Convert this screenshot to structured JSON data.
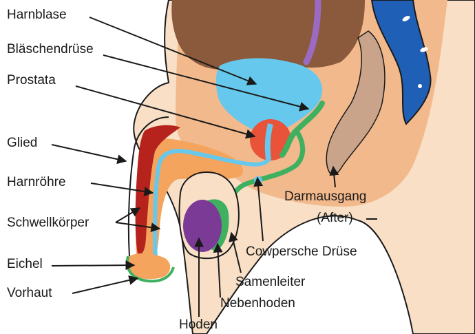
{
  "labels": {
    "harnblase": "Harnblase",
    "blaeschendruese": "Bläschendrüse",
    "prostata": "Prostata",
    "glied": "Glied",
    "harnroehre": "Harnröhre",
    "schwellkoerper": "Schwellkörper",
    "eichel": "Eichel",
    "vorhaut": "Vorhaut",
    "darmausgang": "Darmausgang",
    "after": "(After)",
    "cowpersche": "Cowpersche Drüse",
    "samenleiter": "Samenleiter",
    "nebenhoden": "Nebenhoden",
    "hoden": "Hoden"
  },
  "colors": {
    "skin": "#f8dfc6",
    "skin_dark": "#f2b98c",
    "bowel": "#8b5a3c",
    "rectum": "#c9a38a",
    "bladder": "#66c8ec",
    "prostate": "#e8533a",
    "corpus": "#f4a45c",
    "corpus_red": "#b5231c",
    "urethra": "#66c8ec",
    "duct_green": "#3fb060",
    "testis": "#7b3a96",
    "colon_blue": "#1f5fb5",
    "outline": "#1a1a1a"
  }
}
